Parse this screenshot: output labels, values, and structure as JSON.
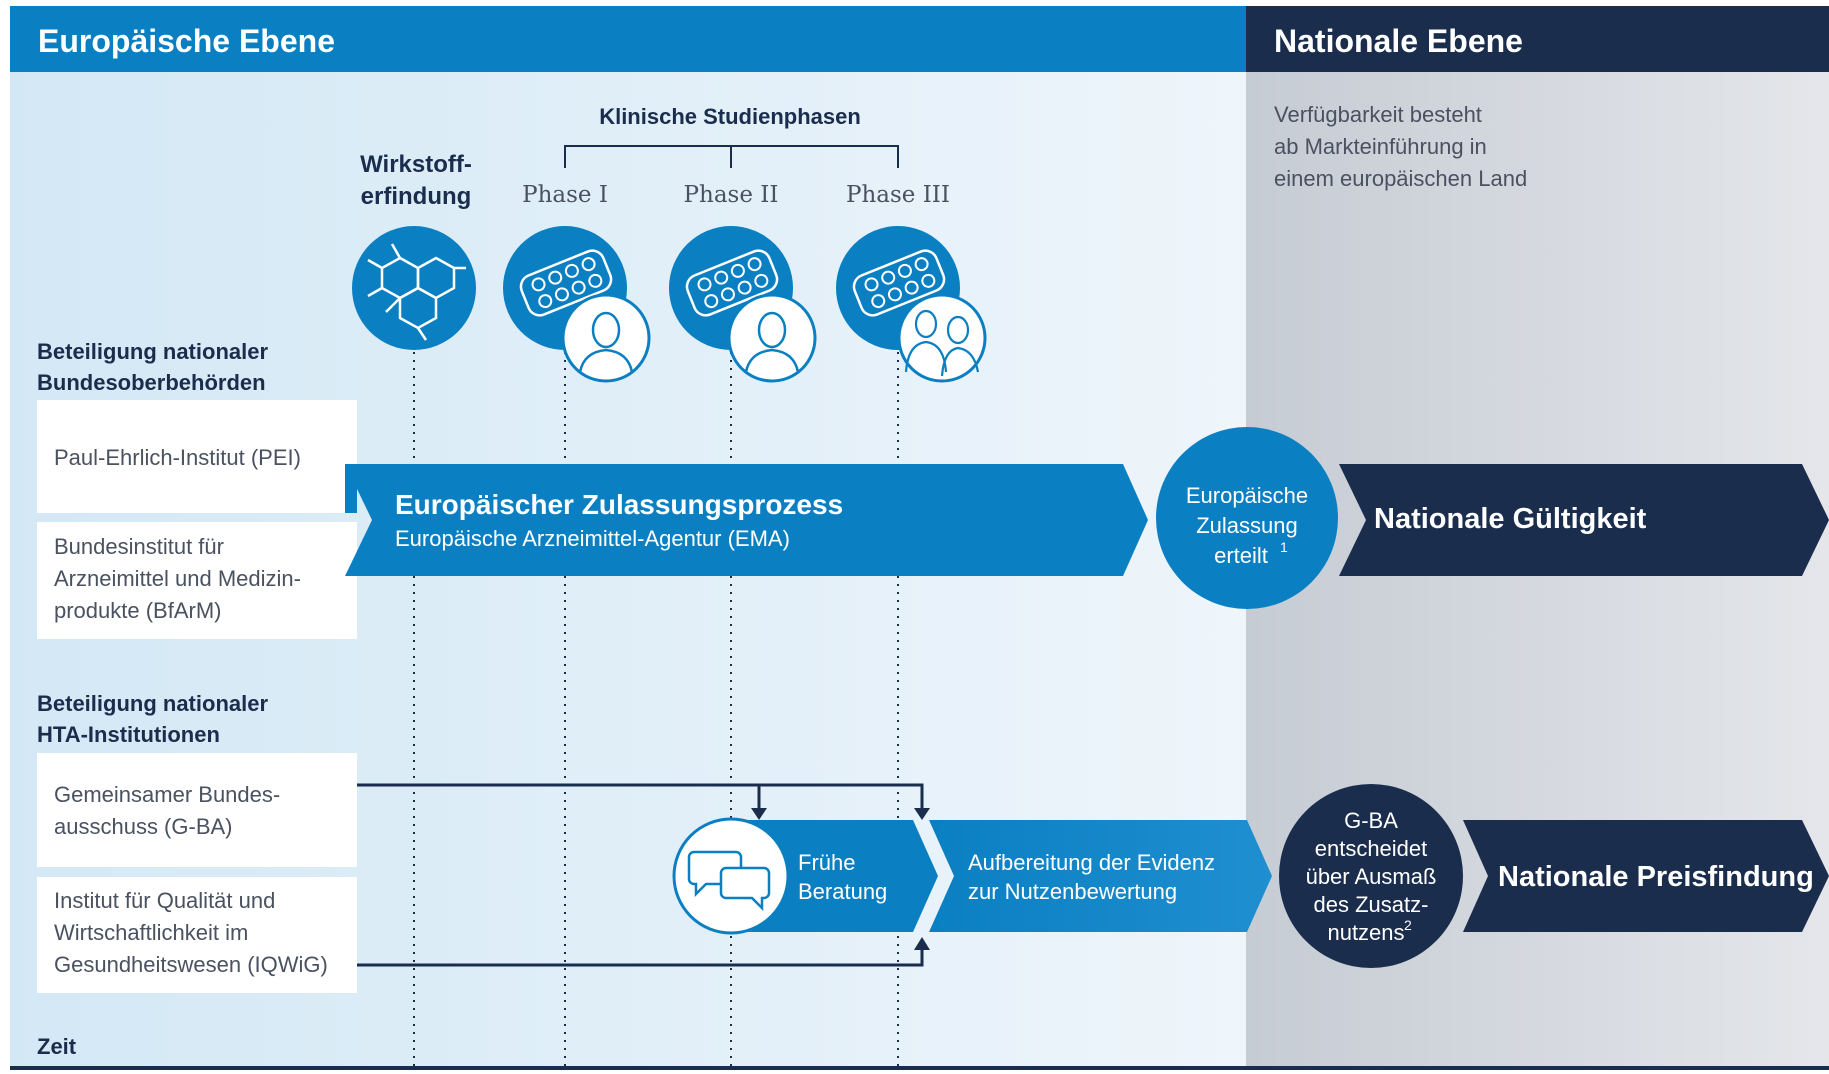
{
  "header": {
    "european_title": "Europäische Ebene",
    "national_title": "Nationale Ebene"
  },
  "national_note": [
    "Verfügbarkeit besteht",
    "ab Markteinführung in",
    "einem europäischen Land"
  ],
  "phases": {
    "group_title": "Klinische Studienphasen",
    "discovery_label": [
      "Wirkstoff-",
      "erfindung"
    ],
    "phase1": "Phase I",
    "phase2": "Phase II",
    "phase3": "Phase III"
  },
  "authorities": {
    "heading": [
      "Beteiligung nationaler",
      "Bundesoberbehörden"
    ],
    "pei": "Paul-Ehrlich-Institut (PEI)",
    "bfarm": [
      "Bundesinstitut für",
      "Arzneimittel und Medizin-",
      "produkte (BfArM)"
    ]
  },
  "hta": {
    "heading": [
      "Beteiligung nationaler",
      "HTA-Institutionen"
    ],
    "gba": [
      "Gemeinsamer Bundes-",
      "ausschuss (G-BA)"
    ],
    "iqwig": [
      "Institut für Qualität und",
      "Wirtschaftlichkeit im",
      "Gesundheitswesen (IQWiG)"
    ]
  },
  "approval": {
    "title": "Europäischer Zulassungsprozess",
    "subtitle": "Europäische Arzneimittel-Agentur (EMA)",
    "circle": [
      "Europäische",
      "Zulassung",
      "erteilt"
    ],
    "footnote": "1",
    "national_validity": "Nationale Gültigkeit"
  },
  "benefit": {
    "early_advice": [
      "Frühe",
      "Beratung"
    ],
    "evidence": [
      "Aufbereitung der Evidenz",
      "zur Nutzenbewertung"
    ],
    "gba_circle": [
      "G-BA",
      "entscheidet",
      "über Ausmaß",
      "des Zusatz-",
      "nutzens"
    ],
    "footnote": "2",
    "national_pricing": "Nationale Preisfindung"
  },
  "time_label": "Zeit",
  "colors": {
    "blue": "#0a7fc2",
    "navy": "#1a2d4d",
    "light_blue": "#d6e9f6",
    "gray": "#c9ced6",
    "text_dark": "#1a2d4d",
    "text_gray": "#4a5160"
  },
  "icons": [
    "molecule-icon",
    "pill-blister-icon",
    "patient-icon",
    "patients-group-icon",
    "chat-bubbles-icon"
  ]
}
